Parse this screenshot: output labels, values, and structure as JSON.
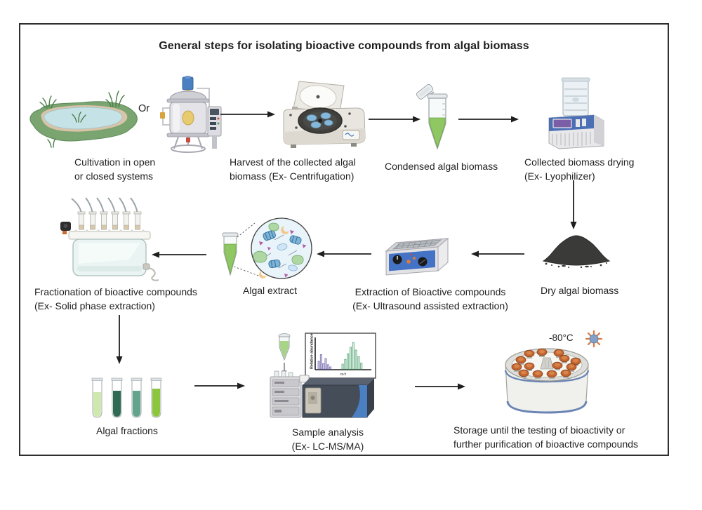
{
  "diagram": {
    "title": "General steps for isolating bioactive compounds from algal biomass",
    "connector_or": "Or",
    "labels": {
      "cultivation": "Cultivation in open\nor closed systems",
      "harvest": "Harvest of the collected algal\nbiomass (Ex- Centrifugation)",
      "condensed": "Condensed algal biomass",
      "drying": "Collected biomass drying\n(Ex- Lyophilizer)",
      "dry_biomass": "Dry algal biomass",
      "extraction": "Extraction of Bioactive compounds\n(Ex- Ultrasound assisted extraction)",
      "algal_extract": "Algal extract",
      "fractionation": "Fractionation of bioactive compounds\n(Ex- Solid phase extraction)",
      "algal_fractions": "Algal fractions",
      "sample_analysis": "Sample analysis\n(Ex- LC-MS/MA)",
      "storage": "Storage until the testing of bioactivity or\nfurther purification of bioactive compounds",
      "storage_temperature": "-80°C"
    },
    "icons": [
      "open-pond-icon",
      "bioreactor-icon",
      "centrifuge-icon",
      "microtube-icon",
      "lyophilizer-icon",
      "dry-biomass-icon",
      "ultrasonic-bath-icon",
      "algal-extract-icon",
      "spe-manifold-icon",
      "test-tubes-icon",
      "lcms-instrument-icon",
      "cryo-storage-icon",
      "snowflake-icon"
    ],
    "colors": {
      "outline": "#2e2e2e",
      "arrow": "#1f1f1f",
      "pond_green": "#7aa470",
      "water_blue": "#c5e3e6",
      "biomass_green": "#8fc763",
      "panel_blue": "#4472c4",
      "lyophilizer_blue": "#4a6fb5",
      "screen_purple": "#7b5ea7",
      "dry_black": "#3a3a38",
      "cap_orange": "#c2652f",
      "rim_blue": "#6a85b5",
      "freeze_blue": "#84a0c6",
      "freeze_orange": "#e0763a",
      "fraction_colors": [
        "#cfe8ad",
        "#2f6b52",
        "#63a48c",
        "#8cc63f"
      ]
    }
  },
  "chart_data": {
    "type": "bar",
    "title": "",
    "xlabel": "m/z",
    "ylabel": "Relative abundance",
    "ylim": [
      0,
      1
    ],
    "grid": false,
    "legend": false,
    "series": [
      {
        "name": "low-mz-cluster-purple",
        "color": "#7a6fb0",
        "fill": "#ddd8ef",
        "values": [
          0.28,
          0.52,
          0.2,
          0.38,
          0.16,
          0.08
        ]
      },
      {
        "name": "high-mz-cluster-green",
        "color": "#5ea87d",
        "fill": "#d9eee0",
        "values": [
          0.18,
          0.35,
          0.55,
          0.78,
          0.95,
          0.68,
          0.45,
          0.22
        ]
      }
    ]
  }
}
